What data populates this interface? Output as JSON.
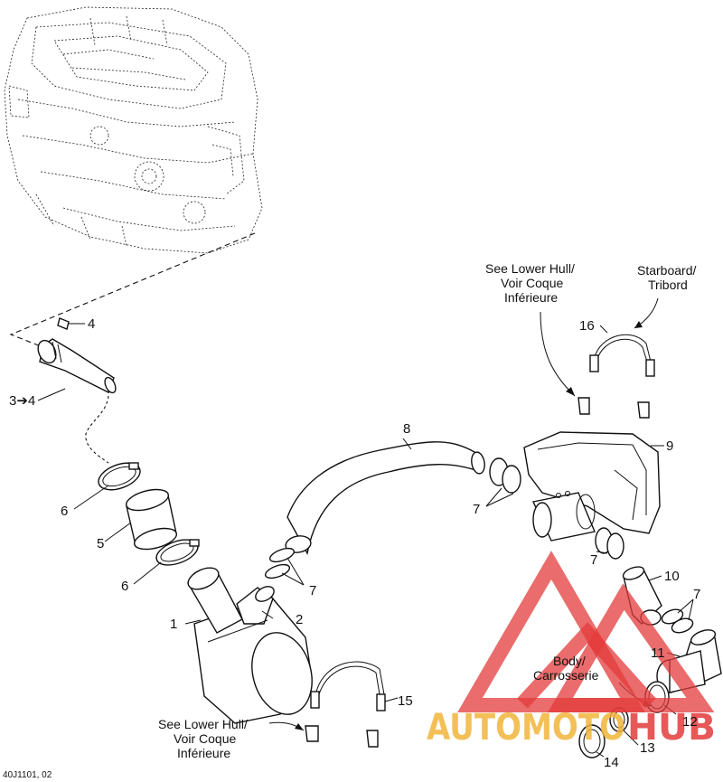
{
  "diagram": {
    "callouts": {
      "c1": "1",
      "c2": "2",
      "c3": "3➔4",
      "c4": "4",
      "c5": "5",
      "c6a": "6",
      "c6b": "6",
      "c7a": "7",
      "c7b": "7",
      "c7c": "7",
      "c7d": "7",
      "c8": "8",
      "c9": "9",
      "c10": "10",
      "c11": "11",
      "c12": "12",
      "c13": "13",
      "c14": "14",
      "c15": "15",
      "c16": "16"
    },
    "notes": {
      "lower_hull_top": [
        "See Lower Hull/",
        "Voir Coque",
        "Inférieure"
      ],
      "starboard": [
        "Starboard/",
        "Tribord"
      ],
      "body": [
        "Body/",
        "Carrosserie"
      ],
      "lower_hull_bottom": [
        "See Lower Hull/",
        "Voir Coque",
        "Inférieure"
      ]
    },
    "reference_code": "40J1101, 02"
  },
  "watermark": {
    "text_auto": "AUTOMOTO",
    "text_hub": "HUB",
    "color_primary": "#e33b3b",
    "color_secondary": "#f2b53a"
  }
}
